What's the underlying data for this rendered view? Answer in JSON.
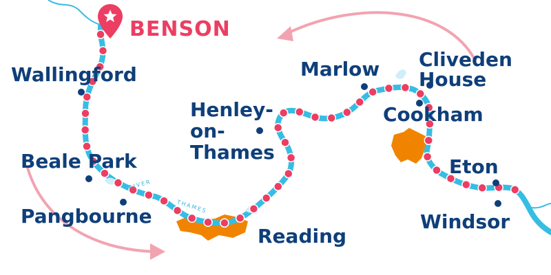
{
  "map": {
    "start": {
      "name": "BENSON",
      "marker_icon": "star-pin-icon"
    },
    "stops": [
      {
        "id": "wallingford",
        "name": "Wallingford"
      },
      {
        "id": "beale-park",
        "name": "Beale Park"
      },
      {
        "id": "pangbourne",
        "name": "Pangbourne"
      },
      {
        "id": "reading",
        "name": "Reading"
      },
      {
        "id": "henley",
        "name": "Henley-\non-\nThames"
      },
      {
        "id": "marlow",
        "name": "Marlow"
      },
      {
        "id": "cliveden",
        "name": "Cliveden\nHouse"
      },
      {
        "id": "cookham",
        "name": "Cookham"
      },
      {
        "id": "eton",
        "name": "Eton"
      },
      {
        "id": "windsor",
        "name": "Windsor"
      }
    ],
    "river": {
      "label_1": "RIVER",
      "label_2": "THAMES"
    },
    "colors": {
      "river": "#36bde4",
      "route_dots": "#ec3e62",
      "labels": "#0f3f7a",
      "start": "#ec3e62",
      "town_areas": "#f08400",
      "direction_arrows": "#f2a3b1"
    }
  }
}
